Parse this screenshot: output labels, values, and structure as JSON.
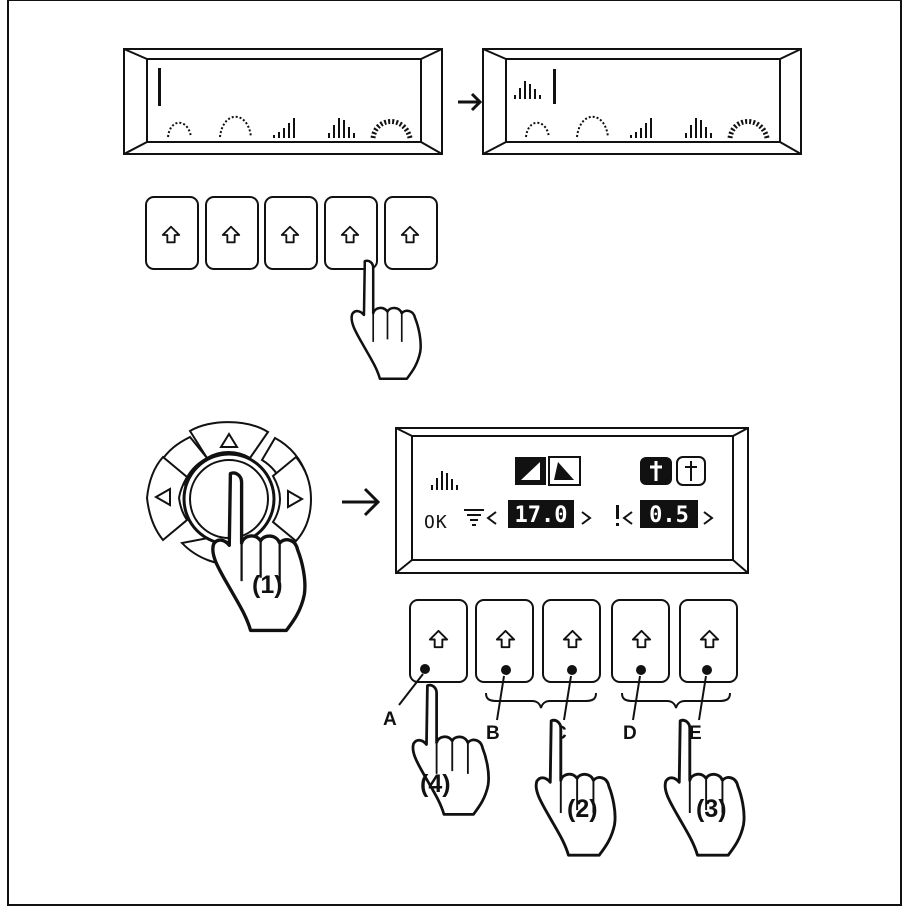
{
  "screens": {
    "top_menu_1": {
      "icons": [
        "cursor-bar-icon",
        "soft-arch-icon",
        "high-arch-icon",
        "rising-bars-icon",
        "bell-bars-icon",
        "dotted-dome-icon"
      ]
    },
    "top_menu_2": {
      "icons": [
        "selected-bell-bars-icon",
        "cursor-bar-icon",
        "soft-arch-icon",
        "high-arch-icon",
        "rising-bars-icon",
        "bell-bars-icon",
        "dotted-dome-icon"
      ]
    },
    "settings": {
      "ok_label": "OK",
      "value_1": "17.0",
      "value_2": "0.5"
    }
  },
  "callouts": {
    "step_1": "(1)",
    "step_2": "(2)",
    "step_3": "(3)",
    "step_4": "(4)"
  },
  "button_labels": {
    "a": "A",
    "b": "B",
    "c": "C",
    "d": "D",
    "e": "E"
  },
  "icons": {
    "arrow": "arrow-right-icon",
    "key_arrow": "key-up-arrow-icon",
    "pointing_hand": "pointing-hand-icon",
    "navigation_pad": "navigation-pad-icon"
  },
  "colors": {
    "ink": "#111111",
    "background": "#ffffff"
  }
}
